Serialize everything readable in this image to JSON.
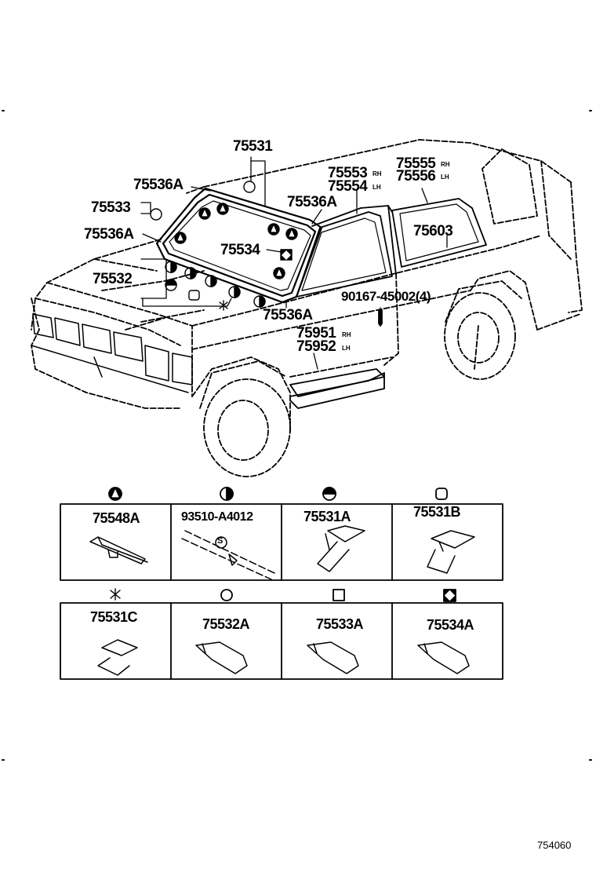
{
  "callouts": {
    "p75531": "75531",
    "p75536a_top": "75536A",
    "p75533": "75533",
    "p75536a_left": "75536A",
    "p75532": "75532",
    "p75536a_mid": "75536A",
    "p75534": "75534",
    "p75536a_bot": "75536A",
    "p75553": "75553",
    "p75553_note": "RH",
    "p75554": "75554",
    "p75554_note": "LH",
    "p75555": "75555",
    "p75555_note": "RH",
    "p75556": "75556",
    "p75556_note": "LH",
    "p75603": "75603",
    "p90167": "90167-45002(4)",
    "p75951": "75951",
    "p75951_note": "RH",
    "p75952": "75952",
    "p75952_note": "LH"
  },
  "legend": {
    "row1": [
      {
        "symbol": "triangle-in-circle-icon",
        "part": "75548A"
      },
      {
        "symbol": "half-filled-circle-icon",
        "part": "93510-A4012"
      },
      {
        "symbol": "half-triangle-circle-icon",
        "part": "75531A"
      },
      {
        "symbol": "rounded-square-icon",
        "part": "75531B"
      }
    ],
    "row2": [
      {
        "symbol": "star-clip-icon",
        "part": "75531C"
      },
      {
        "symbol": "circle-icon",
        "part": "75532A"
      },
      {
        "symbol": "square-icon",
        "part": "75533A"
      },
      {
        "symbol": "diamond-in-square-icon",
        "part": "75534A"
      }
    ],
    "clip_marking": "S"
  },
  "diagram_code": "754060"
}
